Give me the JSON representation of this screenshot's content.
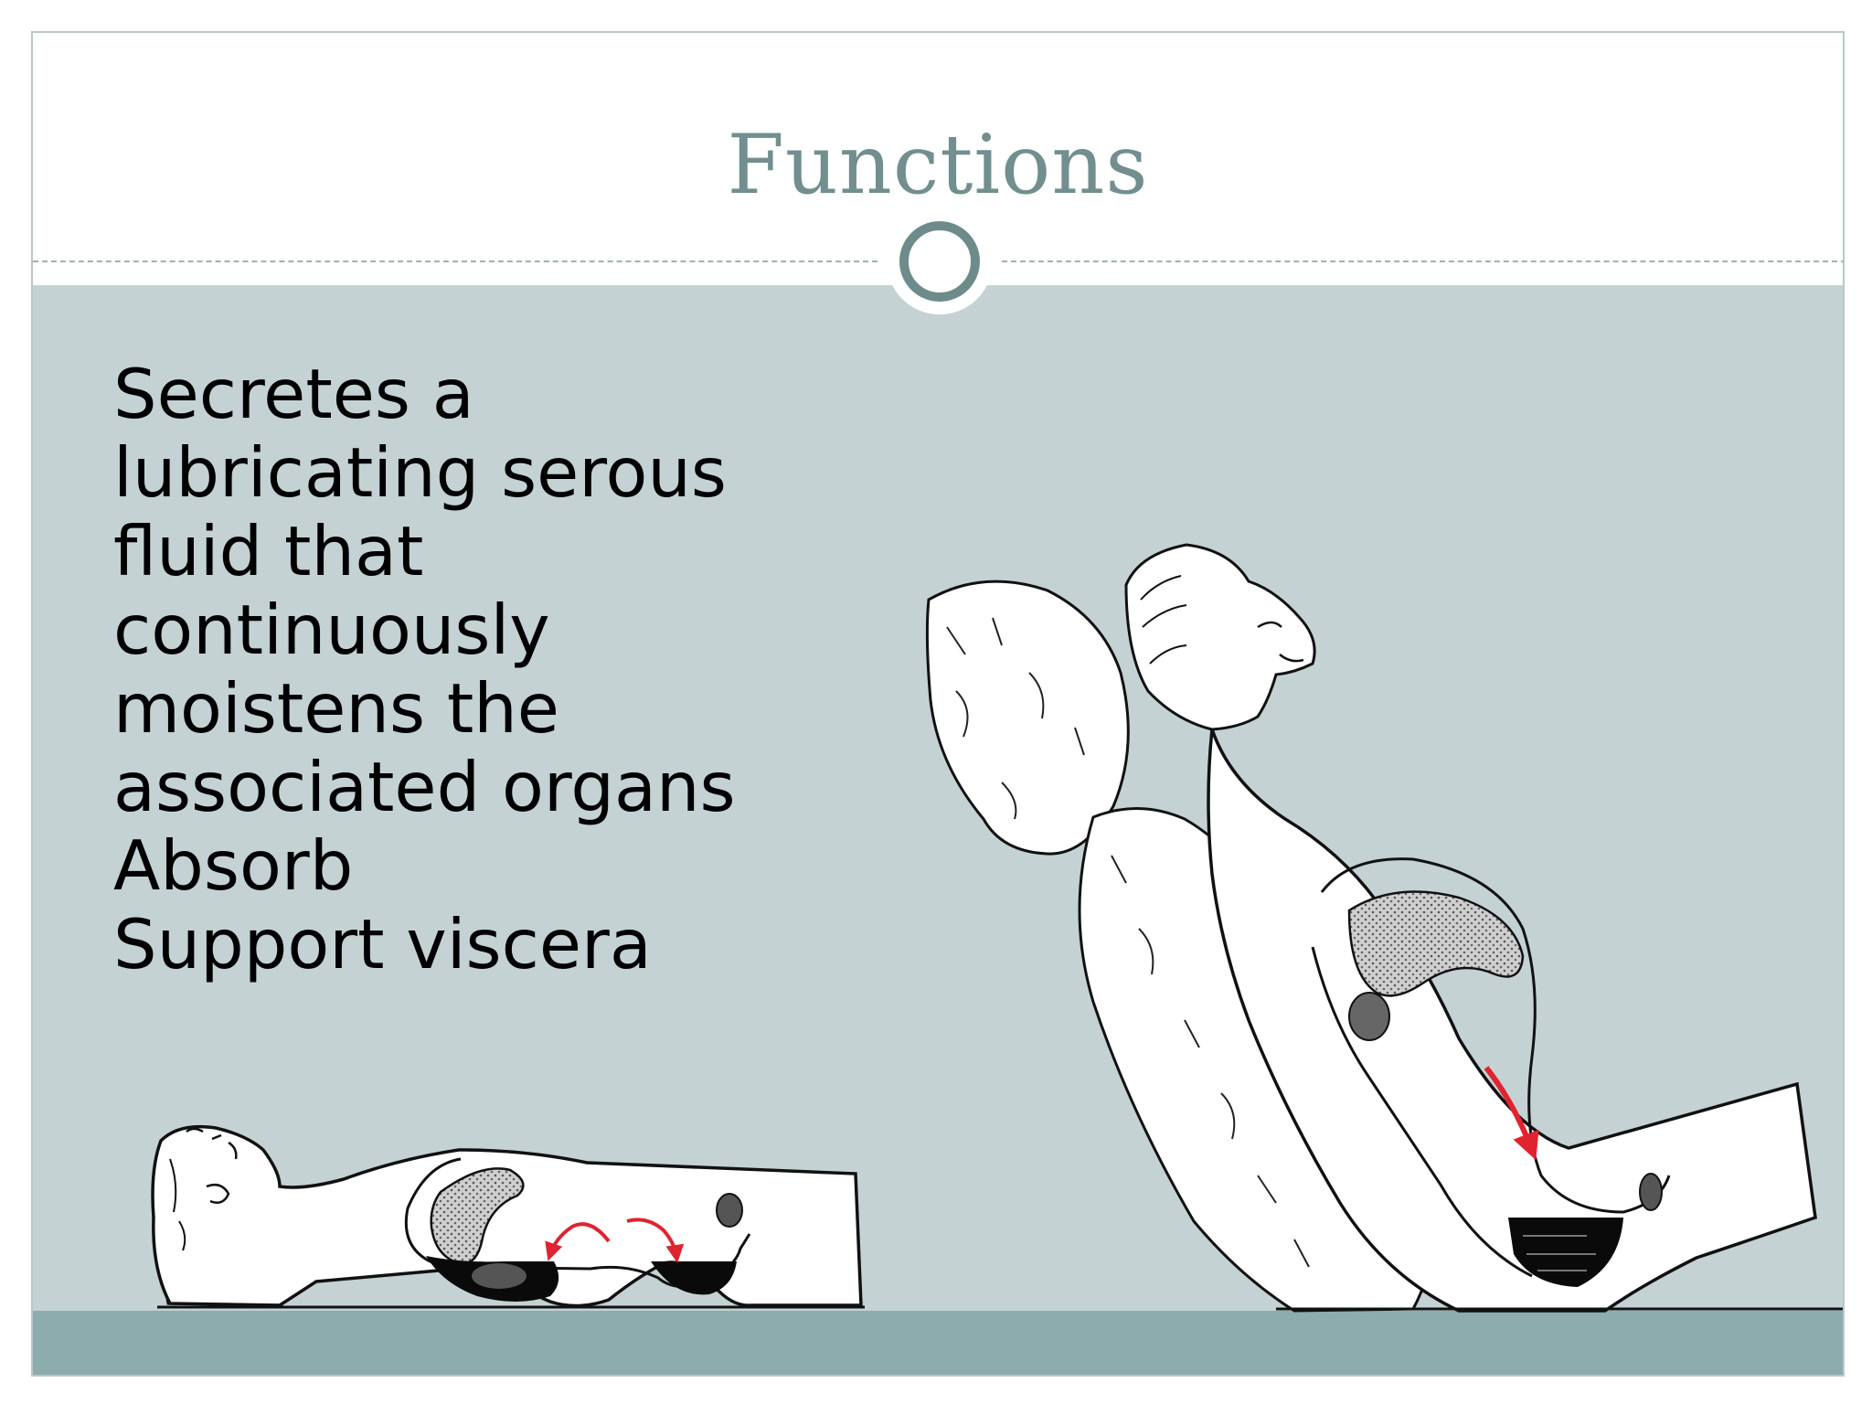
{
  "slide": {
    "title": "Functions",
    "body_lines": [
      "Secretes a",
      "lubricating serous",
      "fluid that",
      "continuously",
      "moistens the",
      "associated organs",
      "Absorb",
      "Support viscera"
    ]
  },
  "figure": {
    "subject": "two figures (supine and semi-reclined) showing fluid shift in the abdominal cavity",
    "arrow_color": "#e0242f"
  },
  "theme": {
    "title_color": "#728e8e",
    "content_band_color": "#c4d2d4",
    "footer_band_color": "#8dacad",
    "ornament_color": "#6e8b8b"
  }
}
